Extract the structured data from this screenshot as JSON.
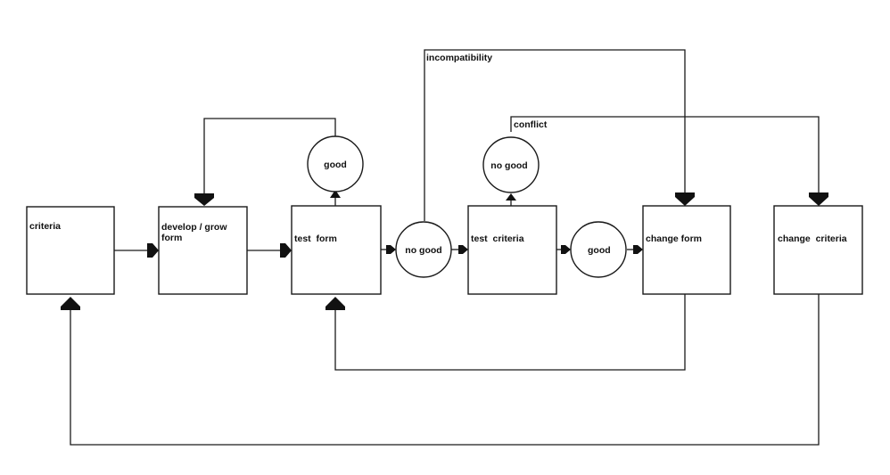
{
  "diagram": {
    "boxes": {
      "criteria": "criteria",
      "develop_line1": "develop / grow",
      "develop_line2": "form",
      "test_form": "test  form",
      "test_criteria": "test  criteria",
      "change_form": "change form",
      "change_criteria": "change  criteria"
    },
    "circles": {
      "good_top": "good",
      "no_good_mid": "no good",
      "no_good_top": "no good",
      "good_mid": "good"
    },
    "edge_labels": {
      "incompatibility": "incompatibility",
      "conflict": "conflict"
    }
  }
}
